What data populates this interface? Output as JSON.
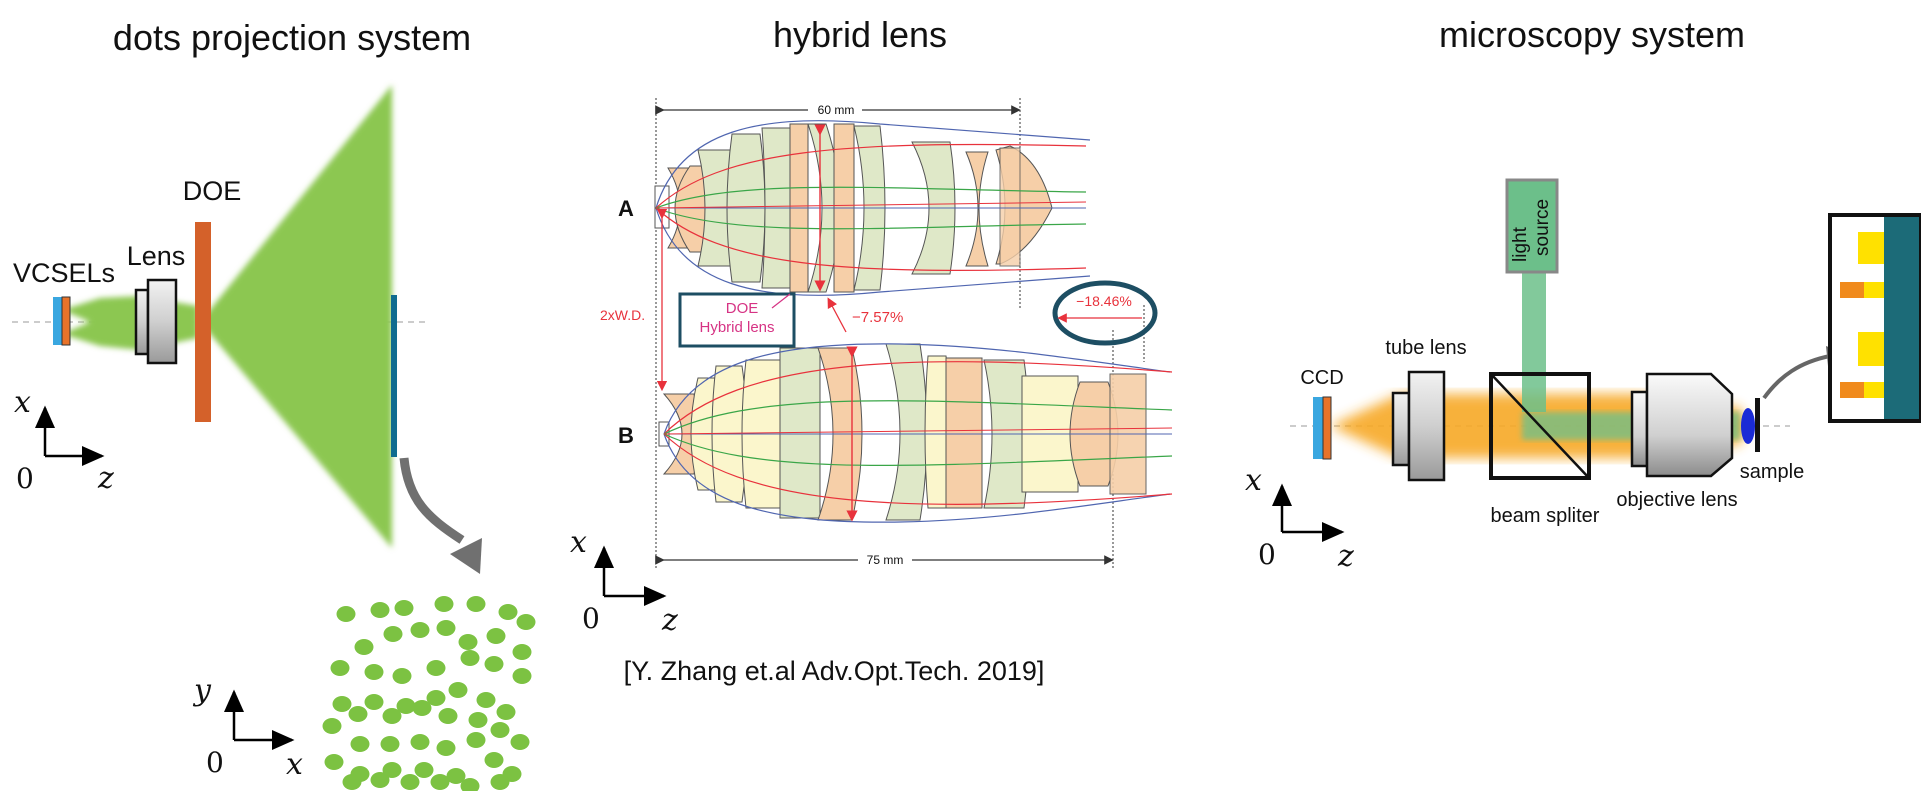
{
  "panels": {
    "dots": {
      "title": "dots projection system",
      "label_vcsels": "VCSELs",
      "label_lens": "Lens",
      "label_doe": "DOE",
      "axes_xz": {
        "origin": "0",
        "h": "z",
        "v": "x"
      },
      "axes_xy": {
        "origin": "0",
        "h": "x",
        "v": "y"
      },
      "colors": {
        "beam": "#8cc751",
        "doe": "#d4612a",
        "screen": "#0f6b8f",
        "vcsel": "#3aa7e0",
        "dots": "#7cc242"
      }
    },
    "hybrid": {
      "title": "hybrid lens",
      "dim_top": "60 mm",
      "dim_bottom": "75 mm",
      "label_a": "A",
      "label_b": "B",
      "label_wd": "2xW.D.",
      "doe_line1": "DOE",
      "doe_line2": "Hybrid lens",
      "pct_1": "−7.57%",
      "pct_2": "−18.46%",
      "axes_xz": {
        "origin": "0",
        "h": "z",
        "v": "x"
      },
      "citation": "[Y. Zhang et.al Adv.Opt.Tech. 2019]"
    },
    "microscopy": {
      "title": "microscopy system",
      "label_ccd": "CCD",
      "label_tube": "tube lens",
      "label_light_1": "light",
      "label_light_2": "source",
      "label_splitter": "beam spliter",
      "label_objective": "objective lens",
      "label_sample": "sample",
      "axes_xz": {
        "origin": "0",
        "h": "z",
        "v": "x"
      },
      "colors": {
        "beam": "#f7a928",
        "light": "#6cbf8a",
        "sample_bg": "#1c6b78",
        "accent": "#ffe100"
      }
    }
  }
}
